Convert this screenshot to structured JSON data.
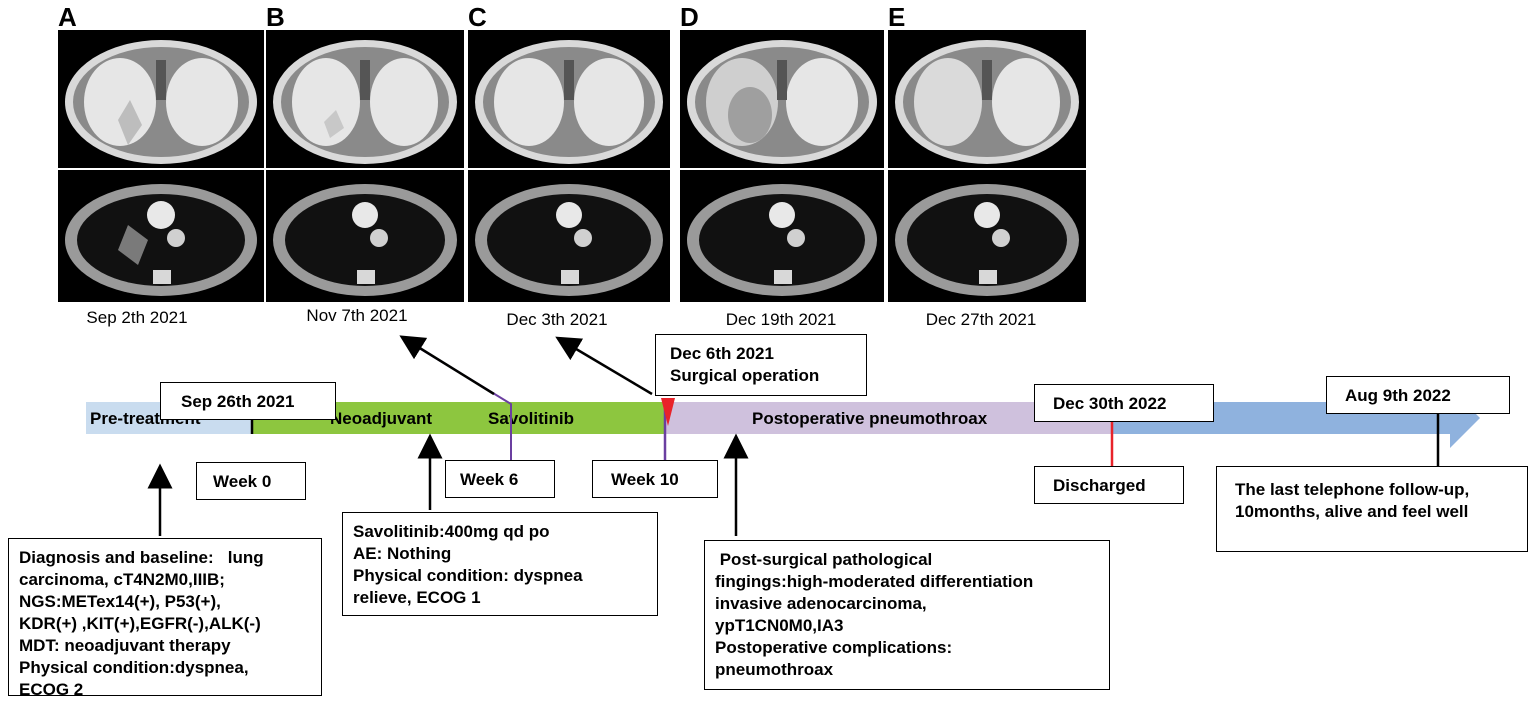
{
  "panels": [
    {
      "letter": "A",
      "date": "Sep 2th 2021"
    },
    {
      "letter": "B",
      "date": "Nov 7th 2021"
    },
    {
      "letter": "C",
      "date": "Dec 3th 2021"
    },
    {
      "letter": "D",
      "date": "Dec 19th 2021"
    },
    {
      "letter": "E",
      "date": "Dec 27th 2021"
    }
  ],
  "timeline": {
    "phases": {
      "pre_treatment": "Pre-treatment",
      "neoadjuvant": "Neoadjuvant",
      "savolitinib": "Savolitinib",
      "postoperative": "Postoperative pneumothroax"
    },
    "colors": {
      "pre_treatment": "#c9dcef",
      "neoadjuvant": "#8dc63f",
      "postoperative": "#cfc1dd",
      "followup": "#8fb2de",
      "surgery_marker": "#e8232a",
      "discharge_marker": "#e8232a",
      "week_marker": "#6b3fa0"
    },
    "milestones": {
      "start": "Sep 26th 2021",
      "surgery_line1": "Dec 6th 2021",
      "surgery_line2": "Surgical operation",
      "discharge_date": "Dec 30th  2022",
      "followup_date": "Aug 9th  2022"
    },
    "weeks": {
      "w0": "Week 0",
      "w6": "Week 6",
      "w10": "Week 10",
      "discharged": "Discharged"
    }
  },
  "notes": {
    "baseline": [
      "Diagnosis and baseline:   lung",
      "carcinoma, cT4N2M0,IIIB;",
      "NGS:METex14(+), P53(+),",
      "KDR(+) ,KIT(+),EGFR(-),ALK(-)",
      "MDT: neoadjuvant therapy",
      "Physical condition:dyspnea,",
      "ECOG 2"
    ],
    "treatment": [
      "Savolitinib:400mg qd po",
      "AE: Nothing",
      "Physical condition: dyspnea",
      "relieve, ECOG 1"
    ],
    "pathology": [
      " Post-surgical pathological",
      "fingings:high-moderated differentiation",
      "invasive adenocarcinoma,",
      "ypT1CN0M0,IA3",
      "Postoperative complications:",
      "pneumothroax"
    ],
    "followup": [
      "The last telephone follow-up,",
      "10months, alive and feel well"
    ]
  }
}
